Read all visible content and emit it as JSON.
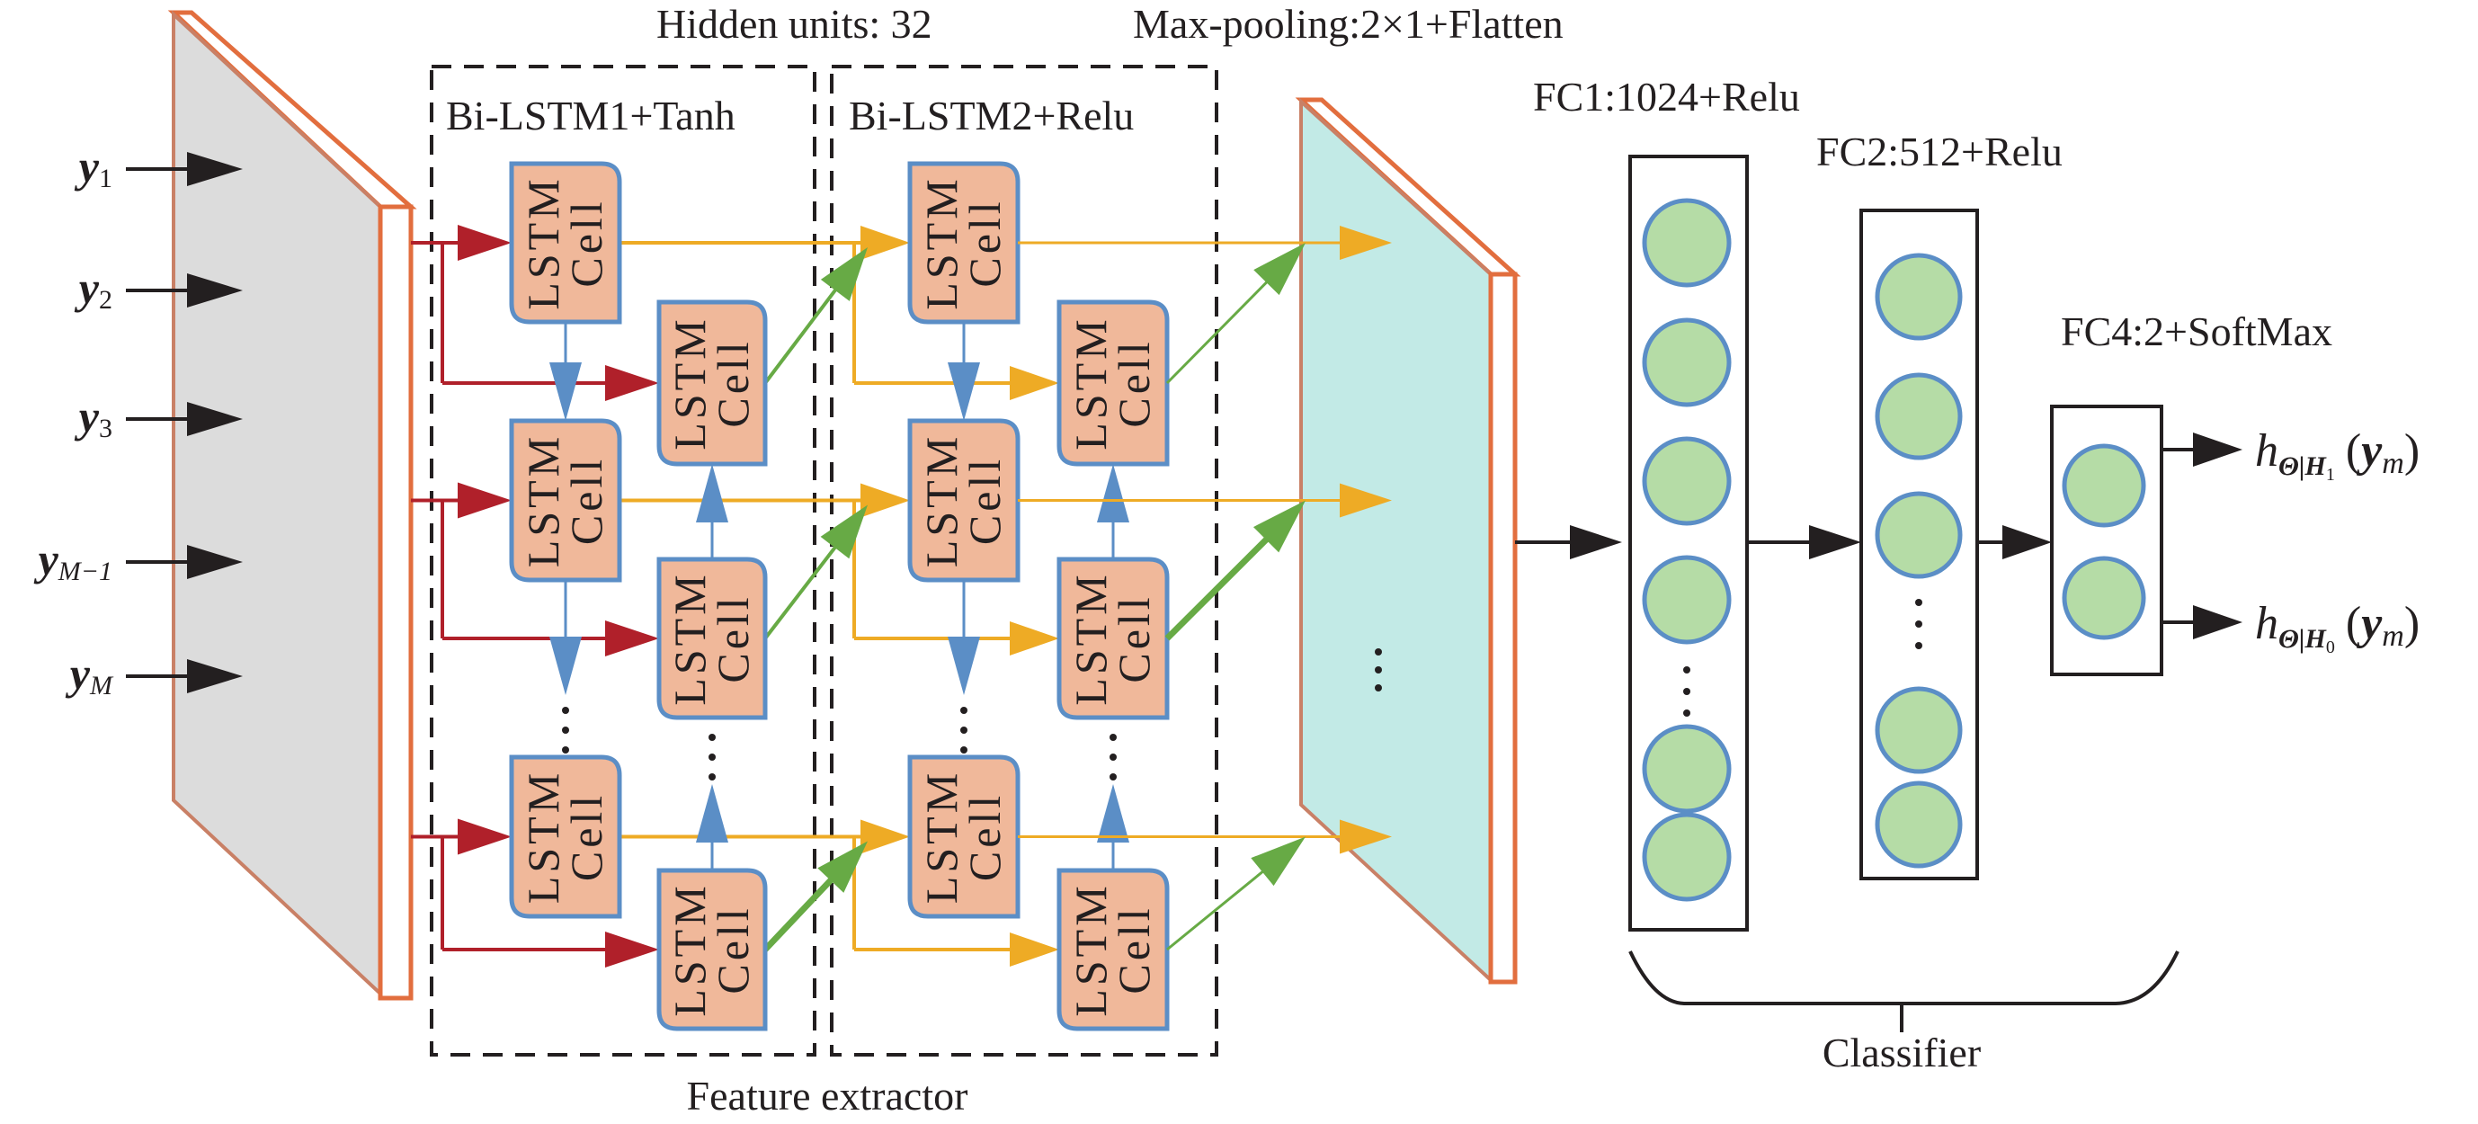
{
  "titles": {
    "hidden_units": "Hidden units: 32",
    "maxpool": "Max-pooling:2×1+Flatten",
    "bilstm1": "Bi-LSTM1+Tanh",
    "bilstm2": "Bi-LSTM2+Relu",
    "fc1": "FC1:1024+Relu",
    "fc2": "FC2:512+Relu",
    "fc4": "FC4:2+SoftMax",
    "feature_extractor": "Feature extractor",
    "classifier": "Classifier"
  },
  "inputs": [
    {
      "base": "y",
      "sub": "1"
    },
    {
      "base": "y",
      "sub": "2"
    },
    {
      "base": "y",
      "sub": "3"
    },
    {
      "base": "y",
      "sub": "M−1"
    },
    {
      "base": "y",
      "sub": "M"
    }
  ],
  "lstm_cell": {
    "line1": "LSTM",
    "line2": "Cell"
  },
  "ellipsis": "⋮",
  "outputs": [
    {
      "h": "h",
      "sub": "Θ|H",
      "subsub": "1",
      "arg": "(y",
      "argsub": "m",
      "close": ")"
    },
    {
      "h": "h",
      "sub": "Θ|H",
      "subsub": "0",
      "arg": "(y",
      "argsub": "m",
      "close": ")"
    }
  ],
  "colors": {
    "lstm_fill": "#f0b89a",
    "lstm_stroke": "#5b8ec6",
    "neuron_fill": "#b5dca6",
    "neuron_stroke": "#5b8ec6",
    "input_map": "#dcdcdc",
    "pool_map": "#c2eae6",
    "map_edge": "#e26e3e",
    "red_arrow": "#b0202a",
    "orange_arrow": "#eeab25",
    "green_arrow": "#67aa45",
    "blue_arrow": "#5b8ec6",
    "black": "#231f20"
  }
}
